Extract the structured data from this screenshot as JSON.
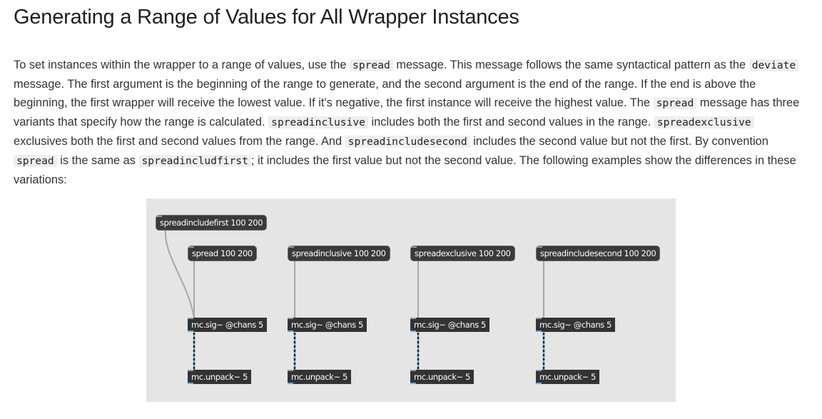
{
  "page": {
    "title": "Generating a Range of Values for All Wrapper Instances",
    "paragraph": [
      {
        "t": "text",
        "v": "To set instances within the wrapper to a range of values, use the "
      },
      {
        "t": "code",
        "v": "spread"
      },
      {
        "t": "text",
        "v": " message. This message follows the same syntactical pattern as the "
      },
      {
        "t": "code",
        "v": "deviate"
      },
      {
        "t": "text",
        "v": " message. The first argument is the beginning of the range to generate, and the second argument is the end of the range. If the end is above the beginning, the first wrapper will receive the lowest value. If it's negative, the first instance will receive the highest value. The "
      },
      {
        "t": "code",
        "v": "spread"
      },
      {
        "t": "text",
        "v": " message has three variants that specify how the range is calculated. "
      },
      {
        "t": "code",
        "v": "spreadinclusive"
      },
      {
        "t": "text",
        "v": " includes both the first and second values in the range. "
      },
      {
        "t": "code",
        "v": "spreadexclusive"
      },
      {
        "t": "text",
        "v": " exclusives both the first and second values from the range. And "
      },
      {
        "t": "code",
        "v": "spreadincludesecond"
      },
      {
        "t": "text",
        "v": " includes the second value but not the first. By convention "
      },
      {
        "t": "code",
        "v": "spread"
      },
      {
        "t": "text",
        "v": " is the same as "
      },
      {
        "t": "code",
        "v": "spreadincludfirst"
      },
      {
        "t": "text",
        "v": "; it includes the first value but not the second value. The following examples show the differences in these variations:"
      }
    ]
  },
  "patch": {
    "top_message": "spreadincludefirst 100 200",
    "columns": [
      {
        "message": "spread 100 200",
        "sig": "mc.sig~ @chans 5",
        "unpack": "mc.unpack~ 5"
      },
      {
        "message": "spreadinclusive 100 200",
        "sig": "mc.sig~ @chans 5",
        "unpack": "mc.unpack~ 5"
      },
      {
        "message": "spreadexclusive 100 200",
        "sig": "mc.sig~ @chans 5",
        "unpack": "mc.unpack~ 5"
      },
      {
        "message": "spreadincludesecond 100 200",
        "sig": "mc.sig~ @chans 5",
        "unpack": "mc.unpack~ 5"
      }
    ],
    "colors": {
      "background": "#e5e5e5",
      "box": "#333333",
      "cord": "#a8a8a8",
      "signal_cord": "#5fb0d8"
    }
  }
}
